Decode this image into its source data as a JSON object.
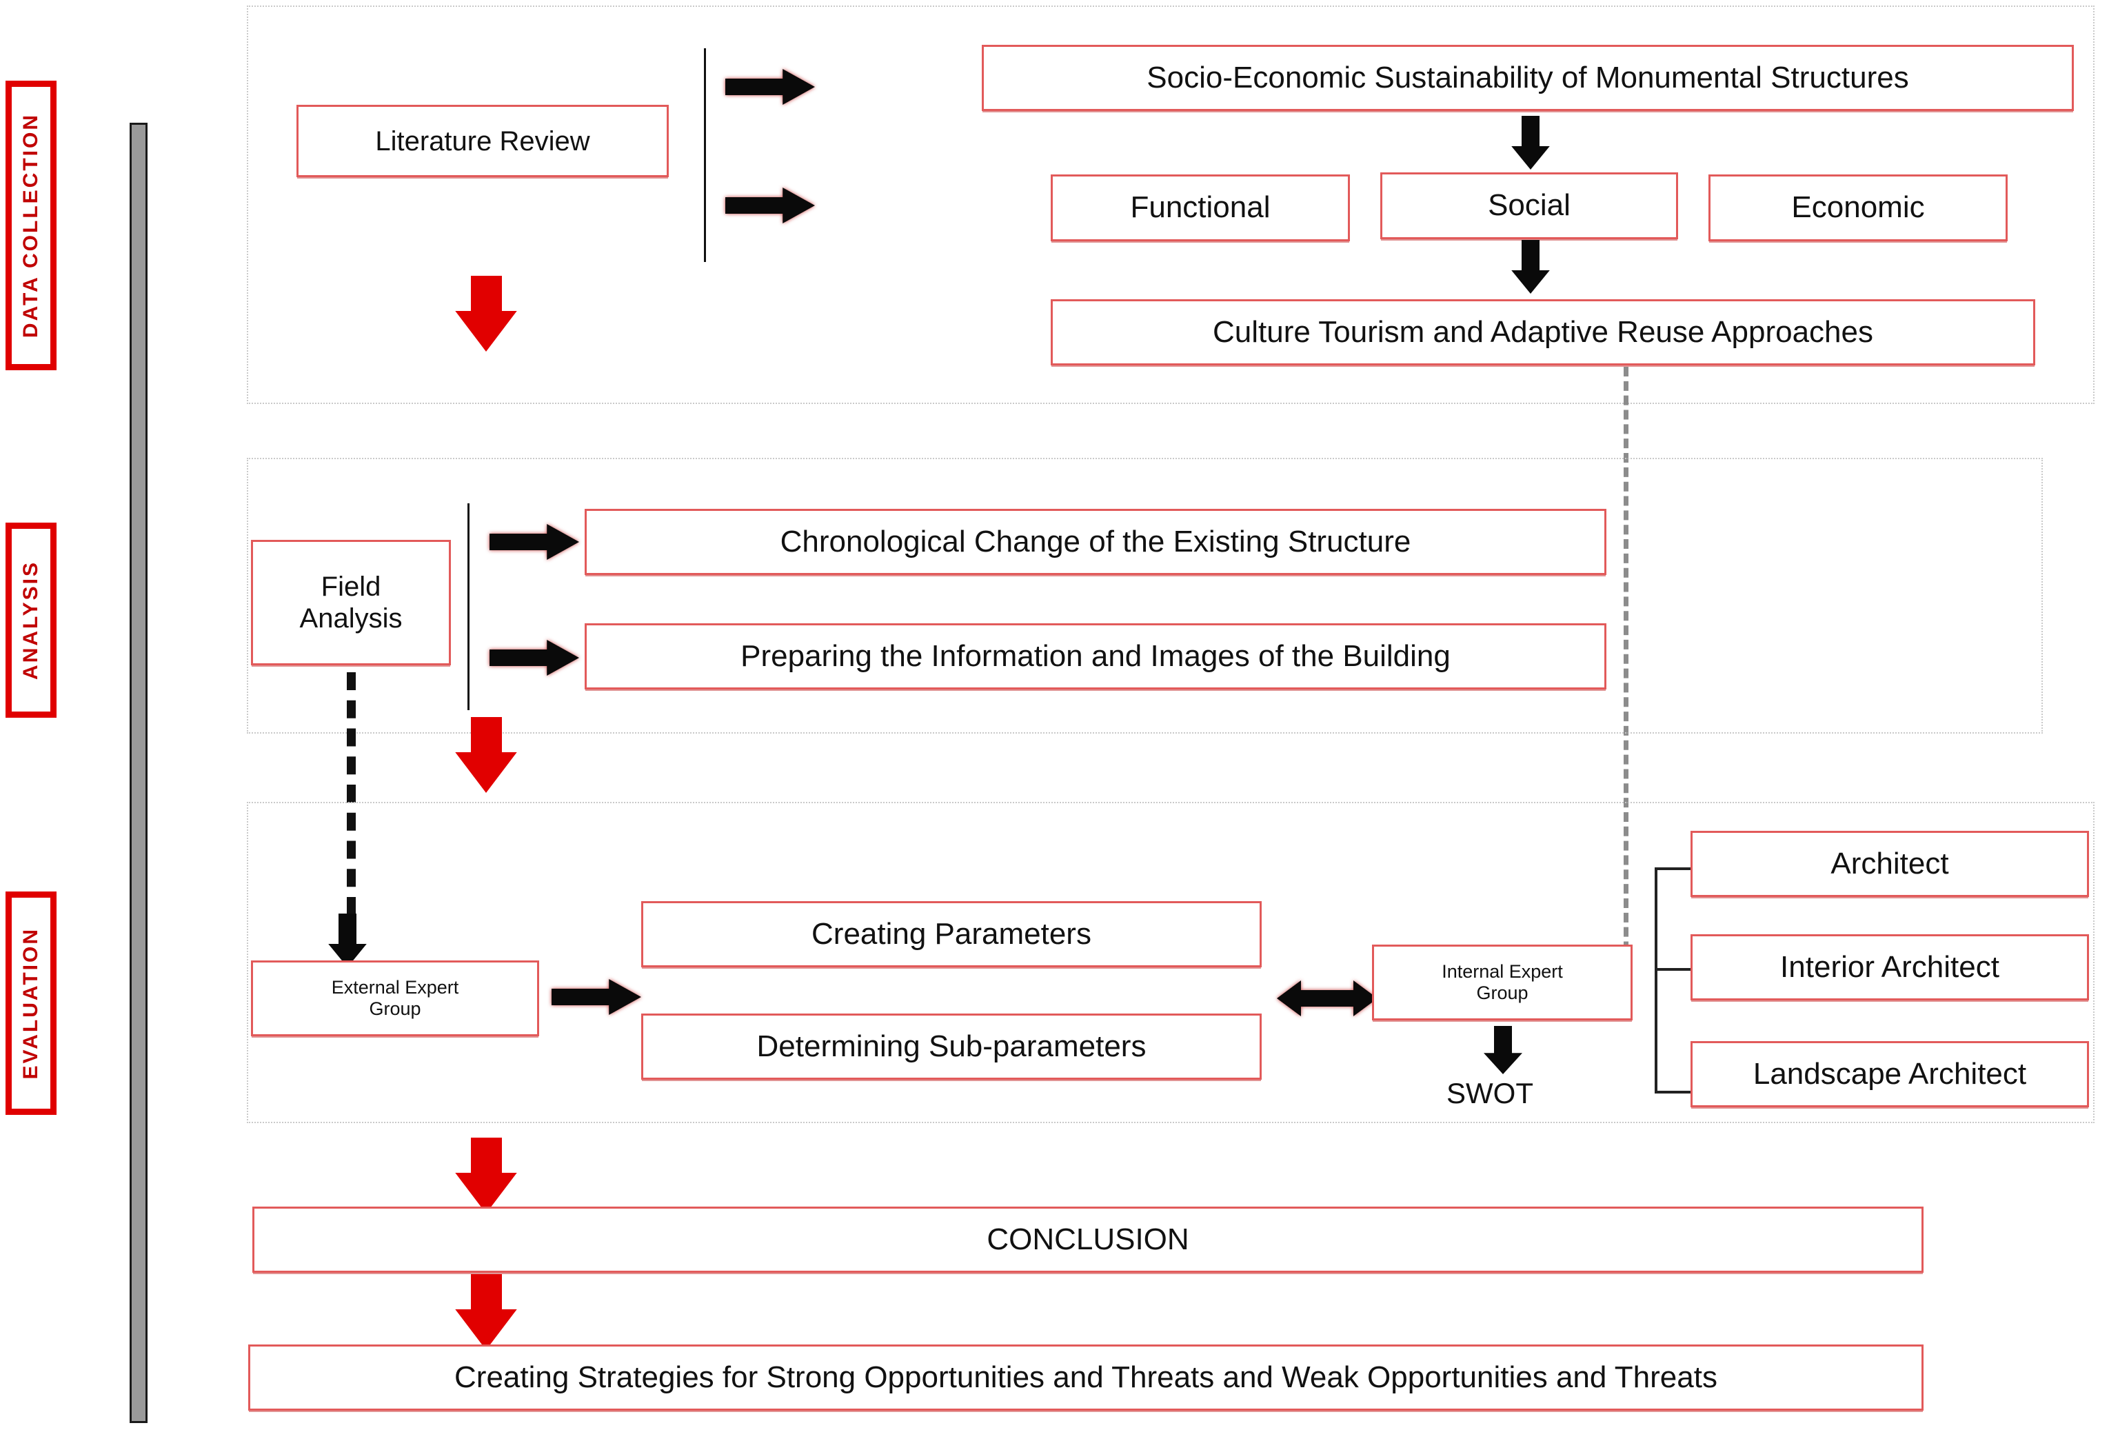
{
  "phases": [
    {
      "id": "data-collection",
      "label": "DATA COLLECTION"
    },
    {
      "id": "analysis",
      "label": "ANALYSIS"
    },
    {
      "id": "evaluation",
      "label": "EVALUATION"
    }
  ],
  "data_collection": {
    "literature_review": "Literature Review",
    "socio_economic": "Socio-Economic Sustainability of Monumental Structures",
    "pillars": [
      "Functional",
      "Social",
      "Economic"
    ],
    "culture_tourism": "Culture Tourism and Adaptive Reuse Approaches"
  },
  "analysis": {
    "field_analysis": "Field\nAnalysis",
    "field_analysis_line1": "Field",
    "field_analysis_line2": "Analysis",
    "chronological_change": "Chronological Change of the Existing Structure",
    "preparing_information": "Preparing the Information and Images of the Building"
  },
  "evaluation": {
    "external_expert_group_line1": "External Expert",
    "external_expert_group_line2": "Group",
    "creating_parameters": "Creating Parameters",
    "determining_sub_parameters": "Determining Sub-parameters",
    "internal_expert_group_line1": "Internal Expert",
    "internal_expert_group_line2": "Group",
    "swot": "SWOT",
    "experts": [
      "Architect",
      "Interior Architect",
      "Landscape Architect"
    ]
  },
  "outcome": {
    "conclusion": "CONCLUSION",
    "strategies": "Creating Strategies for Strong Opportunities and Threats and Weak Opportunities and Threats"
  },
  "colors": {
    "accent_red": "#E10000",
    "node_border": "#E25A5A",
    "label_text": "#C00000",
    "arrow_black": "#0A0A0A",
    "section_border": "#C9C9C9",
    "spine_fill": "#9A9A9A"
  }
}
